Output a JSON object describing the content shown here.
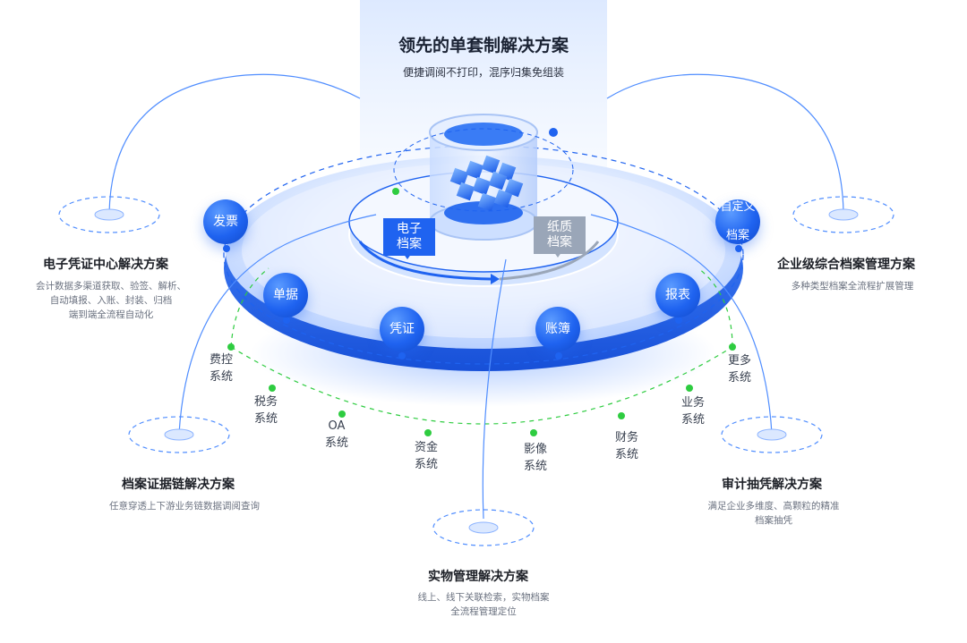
{
  "header": {
    "title": "领先的单套制解决方案",
    "subtitle": "便捷调阅不打印，混序归集免组装"
  },
  "solutions": {
    "voucher_center": {
      "title": "电子凭证中心解决方案",
      "desc_lines": [
        "会计数据多渠道获取、验签、解析、",
        "自动填报、入账、封装、归档",
        "端到端全流程自动化"
      ]
    },
    "enterprise_archive": {
      "title": "企业级综合档案管理方案",
      "desc_lines": [
        "多种类型档案全流程扩展管理"
      ]
    },
    "evidence_chain": {
      "title": "档案证据链解决方案",
      "desc_lines": [
        "任意穿透上下游业务链数据调阅查询"
      ]
    },
    "audit_sampling": {
      "title": "审计抽凭解决方案",
      "desc_lines": [
        "满足企业多维度、高颗粒的精准",
        "档案抽凭"
      ]
    },
    "physical_mgmt": {
      "title": "实物管理解决方案",
      "desc_lines": [
        "线上、线下关联检索，实物档案",
        "全流程管理定位"
      ]
    }
  },
  "bubbles": {
    "invoice": "发票",
    "receipt": "单据",
    "voucher": "凭证",
    "ledger": "账簿",
    "report": "报表",
    "custom_line1": "自定义",
    "custom_line2": "档案"
  },
  "tags": {
    "electronic_line1": "电子",
    "electronic_line2": "档案",
    "paper_line1": "纸质",
    "paper_line2": "档案"
  },
  "systems": {
    "expense_l1": "费控",
    "expense_l2": "系统",
    "tax_l1": "税务",
    "tax_l2": "系统",
    "oa_l1": "OA",
    "oa_l2": "系统",
    "fund_l1": "资金",
    "fund_l2": "系统",
    "image_l1": "影像",
    "image_l2": "系统",
    "finance_l1": "财务",
    "finance_l2": "系统",
    "business_l1": "业务",
    "business_l2": "系统",
    "more_l1": "更多",
    "more_l2": "系统"
  },
  "colors": {
    "primary_blue": "#1f63f0",
    "light_blue": "#cfe0ff",
    "green_dot": "#2ecc40",
    "title_text": "#1a2233"
  }
}
